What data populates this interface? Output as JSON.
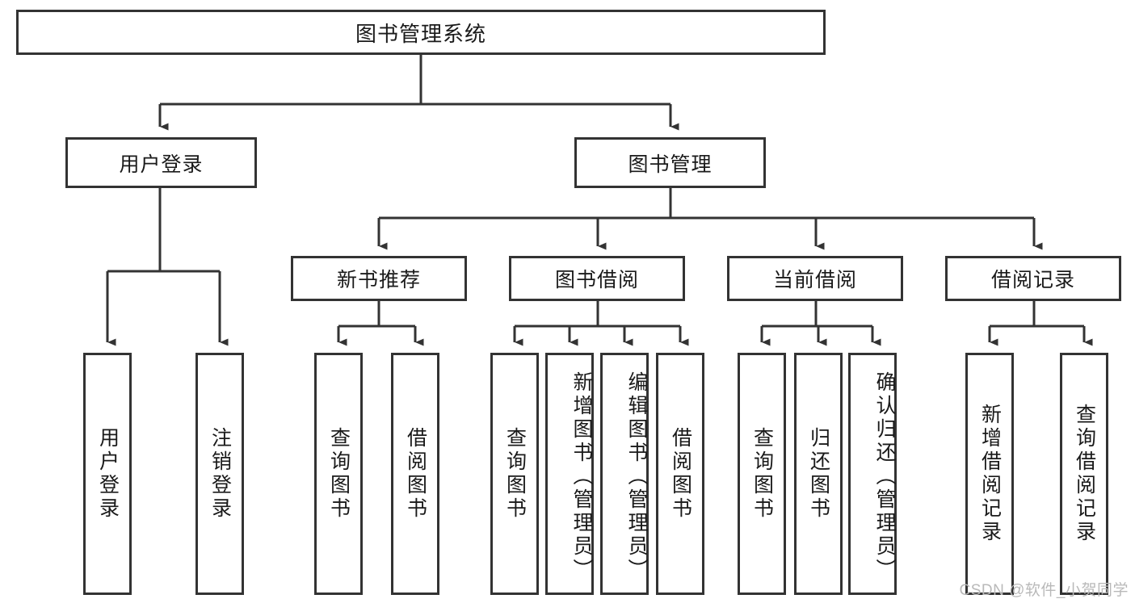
{
  "diagram": {
    "type": "tree-hierarchy-chart",
    "title": "图书管理系统",
    "colors": {
      "stroke": "#333333",
      "fill": "#ffffff",
      "text": "#1a1a1a",
      "watermark": "#b9b9b9"
    },
    "root": {
      "label": "图书管理系统"
    },
    "level2": [
      {
        "label": "用户登录"
      },
      {
        "label": "图书管理"
      }
    ],
    "level3": [
      {
        "label": "新书推荐"
      },
      {
        "label": "图书借阅"
      },
      {
        "label": "当前借阅"
      },
      {
        "label": "借阅记录"
      }
    ],
    "leaves": {
      "user_login": [
        {
          "label": "用户登录"
        },
        {
          "label": "注销登录"
        }
      ],
      "new_book_recommend": [
        {
          "label": "查询图书"
        },
        {
          "label": "借阅图书"
        }
      ],
      "book_borrow": [
        {
          "label": "查询图书"
        },
        {
          "label": "新增图书（管理员）"
        },
        {
          "label": "编辑图书（管理员）"
        },
        {
          "label": "借阅图书"
        }
      ],
      "current_borrow": [
        {
          "label": "查询图书"
        },
        {
          "label": "归还图书"
        },
        {
          "label": "确认归还（管理员）"
        }
      ],
      "borrow_record": [
        {
          "label": "新增借阅记录"
        },
        {
          "label": "查询借阅记录"
        }
      ]
    }
  },
  "watermark": {
    "text": "CSDN @软件_小贺同学"
  }
}
